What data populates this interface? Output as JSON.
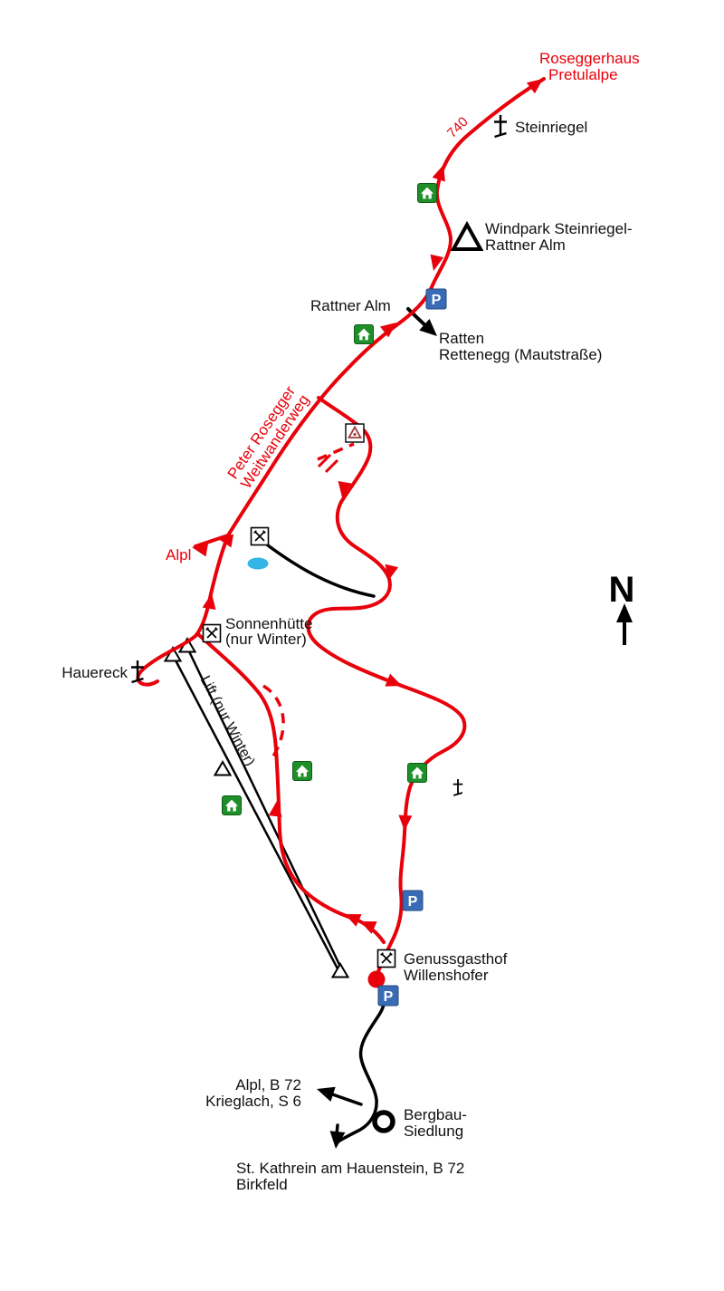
{
  "colors": {
    "trail-red": "#e8000a",
    "parking-blue": "#3a6cb5",
    "hut-green": "#1f8f2a",
    "pond-blue": "#33b5e5",
    "warning-red": "#a03c3c"
  },
  "labels": {
    "parking": "P",
    "north": "N",
    "elevation_740": "740",
    "roseggerhaus_line1": "Roseggerhaus",
    "roseggerhaus_line2": "Pretulalpe",
    "steinriegel": "Steinriegel",
    "windpark_line1": "Windpark Steinriegel-",
    "windpark_line2": "Rattner Alm",
    "rattner_alm": "Rattner Alm",
    "ratten_line1": "Ratten",
    "ratten_line2": "Rettenegg (Mautstraße)",
    "weitwanderweg_line1": "Peter Rosegger",
    "weitwanderweg_line2": "Weitwanderweg",
    "alpl": "Alpl",
    "sonnenhuette_line1": "Sonnenhütte",
    "sonnenhuette_line2": "(nur Winter)",
    "hauereck": "Hauereck",
    "lift": "Lift (nur Winter)",
    "gasthof_line1": "Genussgasthof",
    "gasthof_line2": "Willenshofer",
    "alpl_road_line1": "Alpl, B 72",
    "alpl_road_line2": "Krieglach, S 6",
    "bergbau_line1": "Bergbau-",
    "bergbau_line2": "Siedlung",
    "kathrein_line1": "St. Kathrein am Hauenstein, B 72",
    "kathrein_line2": "Birkfeld"
  }
}
